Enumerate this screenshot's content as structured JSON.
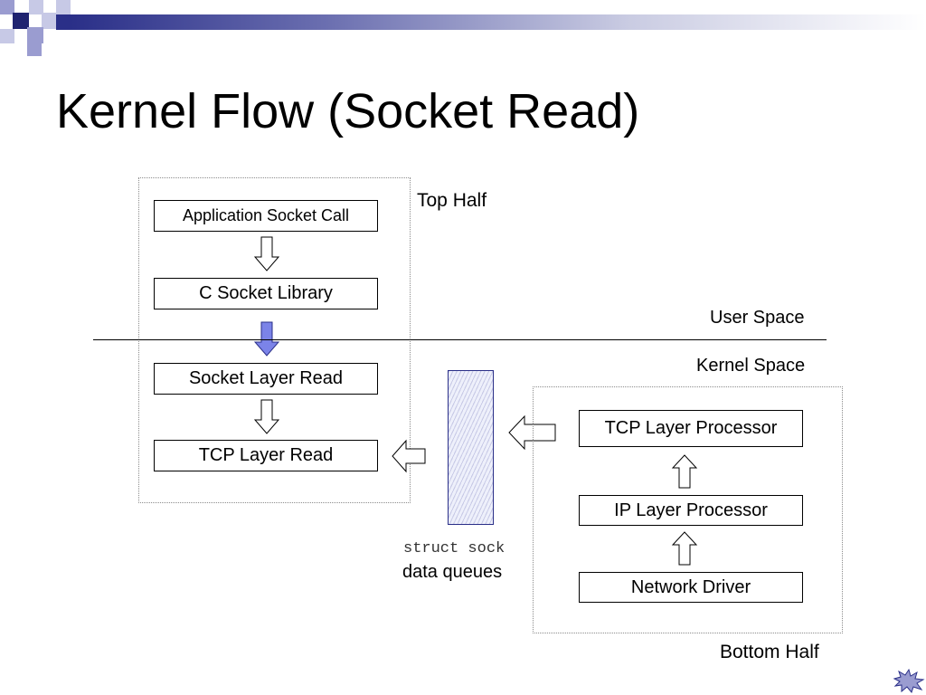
{
  "slide": {
    "title": "Kernel Flow (Socket Read)",
    "accent_color": "#2a2f88",
    "light_accent_color": "#9a9cd0",
    "highlight_arrow_color": "#7b83e8"
  },
  "top_half": {
    "label": "Top Half",
    "boxes": [
      "Application Socket Call",
      "C Socket Library",
      "Socket Layer Read",
      "TCP Layer Read"
    ]
  },
  "bottom_half": {
    "label": "Bottom Half",
    "boxes": [
      "TCP Layer Processor",
      "IP Layer Processor",
      "Network Driver"
    ]
  },
  "boundary": {
    "user_space_label": "User Space",
    "kernel_space_label": "Kernel Space"
  },
  "queue": {
    "code_label": "struct sock",
    "text_label": "data queues"
  }
}
